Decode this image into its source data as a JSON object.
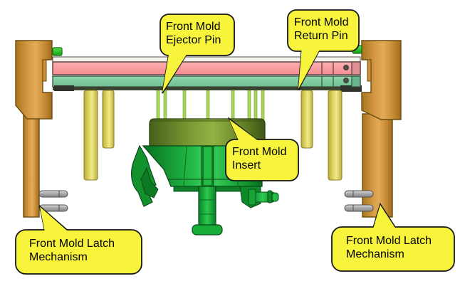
{
  "diagram": {
    "type": "mold-assembly-annotation",
    "background": "#ffffff",
    "callouts": {
      "ejector_pin": {
        "line1": "Front Mold",
        "line2": "Ejector Pin"
      },
      "return_pin": {
        "line1": "Front Mold",
        "line2": "Return Pin"
      },
      "insert": {
        "line1": "Front Mold",
        "line2": "Insert"
      },
      "latch_left": {
        "line1": "Front Mold Latch",
        "line2": "Mechanism"
      },
      "latch_right": {
        "line1": "Front Mold Latch",
        "line2": "Mechanism"
      }
    },
    "colors": {
      "callout_fill": "#f8f43c",
      "callout_border": "#161616",
      "plate_pink": "#f9999c",
      "plate_green": "#7bcb9c",
      "return_pin_yellow": "#ddd155",
      "ejector_pin_green": "#a9d657",
      "latch_orange": "#d3913d",
      "insert_band_olive": "#7b9a33",
      "insert_body_green": "#1fb342",
      "knob_green": "#2ec32d",
      "latch_pin_gray": "#a8a8a8"
    }
  }
}
